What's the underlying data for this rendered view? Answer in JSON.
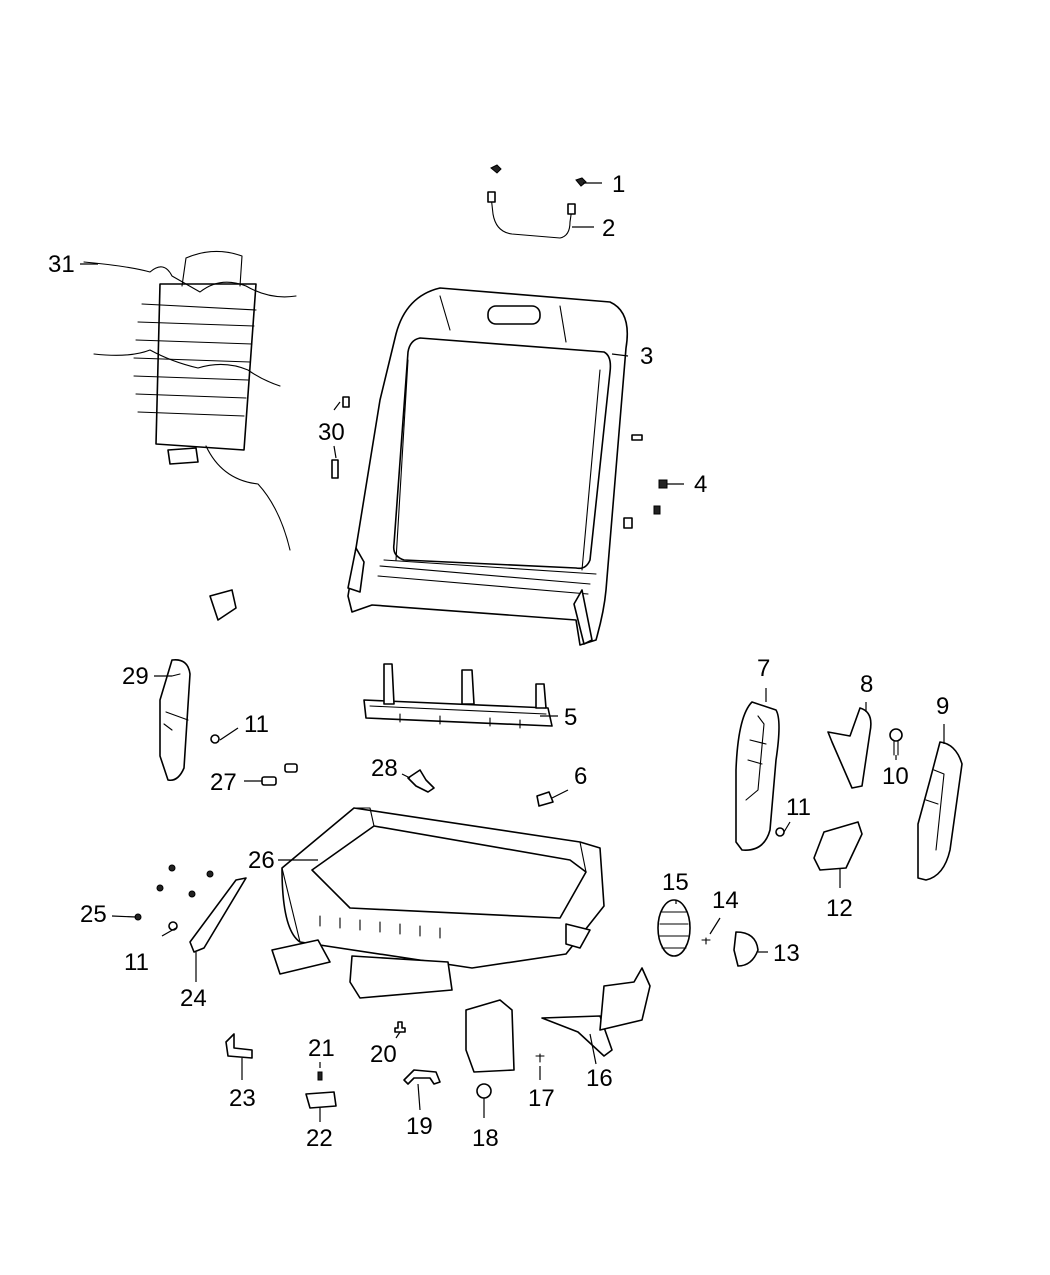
{
  "callouts": {
    "c1": "1",
    "c2": "2",
    "c3": "3",
    "c4": "4",
    "c5": "5",
    "c6": "6",
    "c7": "7",
    "c8": "8",
    "c9": "9",
    "c10": "10",
    "c11a": "11",
    "c11b": "11",
    "c11c": "11",
    "c12": "12",
    "c13": "13",
    "c14": "14",
    "c15": "15",
    "c16": "16",
    "c17": "17",
    "c18": "18",
    "c19": "19",
    "c20": "20",
    "c21": "21",
    "c22": "22",
    "c23": "23",
    "c24": "24",
    "c25": "25",
    "c26": "26",
    "c27": "27",
    "c28": "28",
    "c29": "29",
    "c30": "30",
    "c31": "31"
  }
}
